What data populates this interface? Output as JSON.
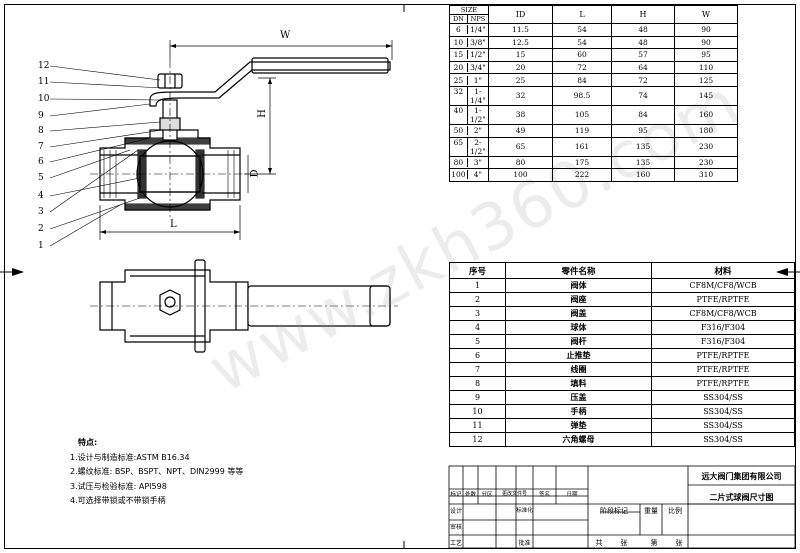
{
  "dimensions_table": {
    "header_group": "SIZE",
    "columns": [
      "DN",
      "NPS",
      "ID",
      "L",
      "H",
      "W"
    ],
    "rows": [
      [
        "6",
        "1/4\"",
        "11.5",
        "54",
        "48",
        "90"
      ],
      [
        "10",
        "3/8\"",
        "12.5",
        "54",
        "48",
        "90"
      ],
      [
        "15",
        "1/2\"",
        "15",
        "60",
        "57",
        "95"
      ],
      [
        "20",
        "3/4\"",
        "20",
        "72",
        "64",
        "110"
      ],
      [
        "25",
        "1\"",
        "25",
        "84",
        "72",
        "125"
      ],
      [
        "32",
        "1-1/4\"",
        "32",
        "98.5",
        "74",
        "145"
      ],
      [
        "40",
        "1-1/2\"",
        "38",
        "105",
        "84",
        "160"
      ],
      [
        "50",
        "2\"",
        "49",
        "119",
        "95",
        "180"
      ],
      [
        "65",
        "2-1/2\"",
        "65",
        "161",
        "135",
        "230"
      ],
      [
        "80",
        "3\"",
        "80",
        "175",
        "135",
        "230"
      ],
      [
        "100",
        "4\"",
        "100",
        "222",
        "160",
        "310"
      ]
    ]
  },
  "parts_table": {
    "columns": [
      "序号",
      "零件名称",
      "材料"
    ],
    "rows": [
      [
        "1",
        "阀体",
        "CF8M/CF8/WCB"
      ],
      [
        "2",
        "阀座",
        "PTFE/RPTFE"
      ],
      [
        "3",
        "阀盖",
        "CF8M/CF8/WCB"
      ],
      [
        "4",
        "球体",
        "F316/F304"
      ],
      [
        "5",
        "阀杆",
        "F316/F304"
      ],
      [
        "6",
        "止推垫",
        "PTFE/RPTFE"
      ],
      [
        "7",
        "线圈",
        "PTFE/RPTFE"
      ],
      [
        "8",
        "填料",
        "PTFE/RPTFE"
      ],
      [
        "9",
        "压盖",
        "SS304/SS"
      ],
      [
        "10",
        "手柄",
        "SS304/SS"
      ],
      [
        "11",
        "弹垫",
        "SS304/SS"
      ],
      [
        "12",
        "六角螺母",
        "SS304/SS"
      ]
    ]
  },
  "callouts": [
    "12",
    "11",
    "10",
    "9",
    "8",
    "7",
    "6",
    "5",
    "4",
    "3",
    "2",
    "1"
  ],
  "dim_labels": {
    "W": "W",
    "H": "H",
    "D": "D",
    "L": "L"
  },
  "notes": {
    "title": "特点:",
    "items": [
      "1.设计与制造标准:ASTM B16.34",
      "2.螺纹标准: BSP、BSPT、NPT、DIN2999 等等",
      "3.试压与检验标准: API598",
      "4.可选择带锁或不带锁手柄"
    ]
  },
  "title_block": {
    "company": "远大阀门集团有限公司",
    "drawing_title": "二片式球阀尺寸图",
    "labels": {
      "mark": "标记",
      "count": "处数",
      "zone": "分区",
      "change_doc": "更改文件号",
      "sign": "签名",
      "date": "日期",
      "design": "设计",
      "standardize": "标准化",
      "review": "审核",
      "process": "工艺",
      "approve": "批准",
      "stage_mark": "阶段标记",
      "weight": "重量",
      "scale": "比例",
      "total": "共",
      "sheets": "张",
      "sheet_no": "第"
    }
  },
  "watermark": "www.zkh360.com"
}
